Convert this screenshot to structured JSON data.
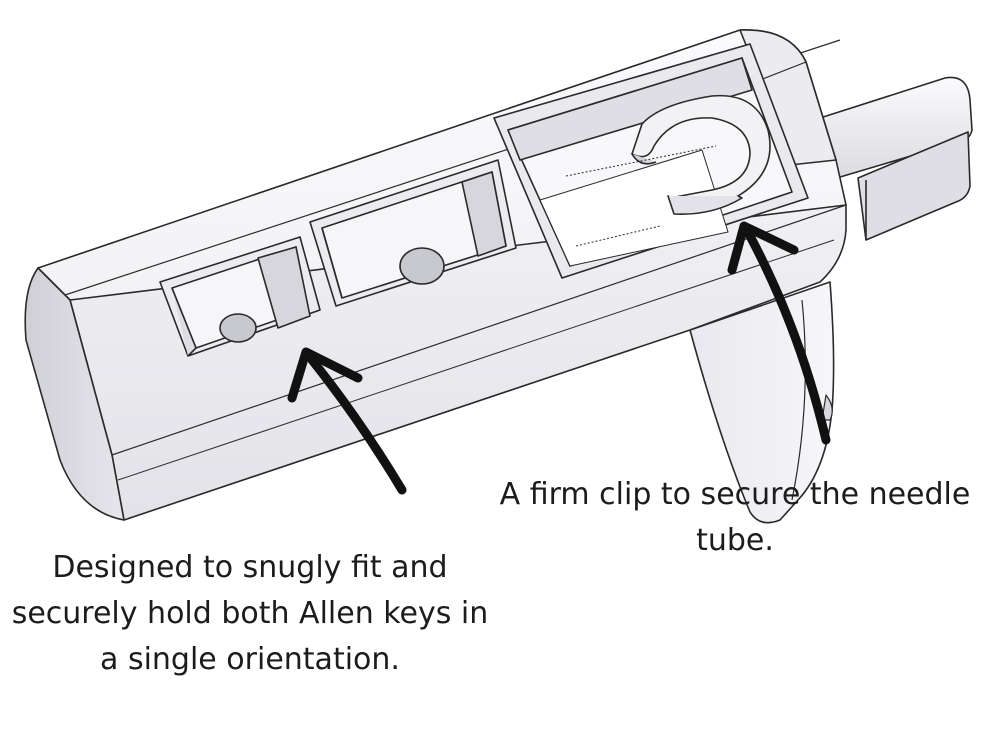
{
  "annotations": {
    "clip": {
      "line1": "A firm clip to secure the needle",
      "line2": "tube."
    },
    "keys": {
      "line1": "Designed to snugly fit and",
      "line2": "securely hold both Allen keys in",
      "line3": "a single orientation."
    }
  },
  "colors": {
    "body_light": "#f3f3f7",
    "body_shade": "#d4d4da",
    "outline": "#2a2a2a",
    "arrow": "#111111",
    "text": "#1c1c1c"
  }
}
